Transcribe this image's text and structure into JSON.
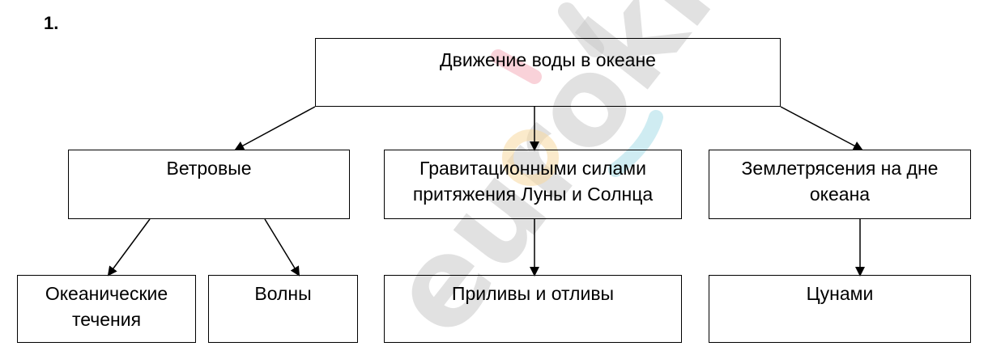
{
  "item_number": "1.",
  "watermark": {
    "text": "euroki",
    "colors": [
      "#c8c8c8",
      "#f4a6b4",
      "#f7d9a0",
      "#a8dce8"
    ]
  },
  "nodes": {
    "root": {
      "lines": [
        "Движение воды в океане"
      ]
    },
    "wind": {
      "lines": [
        "Ветровые"
      ]
    },
    "gravitational": {
      "lines": [
        "Гравитационными силами",
        "притяжения Луны и Солнца"
      ]
    },
    "earthquakes": {
      "lines": [
        "Землетрясения на дне",
        "океана"
      ]
    },
    "currents": {
      "lines": [
        "Океанические",
        "течения"
      ]
    },
    "waves": {
      "lines": [
        "Волны"
      ]
    },
    "tides": {
      "lines": [
        "Приливы и отливы"
      ]
    },
    "tsunami": {
      "lines": [
        "Цунами"
      ]
    }
  },
  "edges": [
    [
      "root",
      "wind"
    ],
    [
      "root",
      "gravitational"
    ],
    [
      "root",
      "earthquakes"
    ],
    [
      "wind",
      "currents"
    ],
    [
      "wind",
      "waves"
    ],
    [
      "gravitational",
      "tides"
    ],
    [
      "earthquakes",
      "tsunami"
    ]
  ]
}
